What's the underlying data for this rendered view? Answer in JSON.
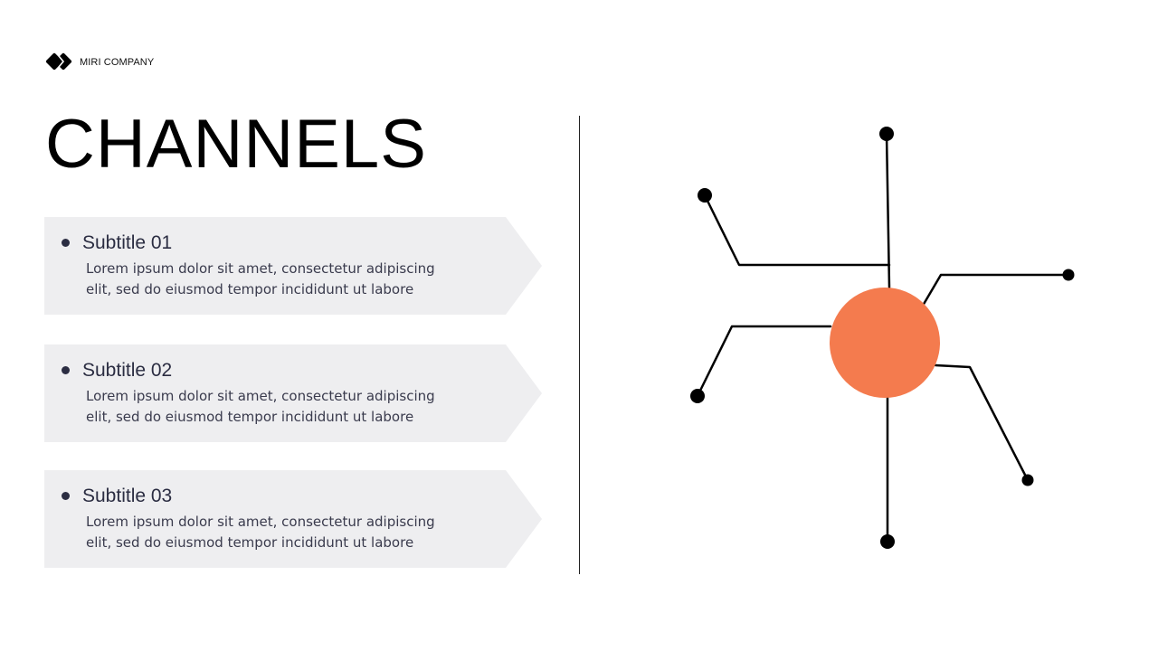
{
  "brand": {
    "name": "MIRI COMPANY",
    "logo_icon": "diamond-pair-logo-icon"
  },
  "title": "CHANNELS",
  "channels": [
    {
      "subtitle": "Subtitle 01",
      "body_line1": "Lorem ipsum dolor sit amet, consectetur adipiscing",
      "body_line2": "elit, sed do eiusmod tempor incididunt ut labore"
    },
    {
      "subtitle": "Subtitle 02",
      "body_line1": "Lorem ipsum dolor sit amet, consectetur adipiscing",
      "body_line2": "elit, sed do eiusmod tempor incididunt ut labore"
    },
    {
      "subtitle": "Subtitle 03",
      "body_line1": "Lorem ipsum dolor sit amet, consectetur adipiscing",
      "body_line2": "elit, sed do eiusmod tempor incididunt ut labore"
    }
  ],
  "colors": {
    "hub": "#f47b4e",
    "card_background": "#eeeef0",
    "text_dark": "#2b2d42",
    "lines": "#000000"
  }
}
